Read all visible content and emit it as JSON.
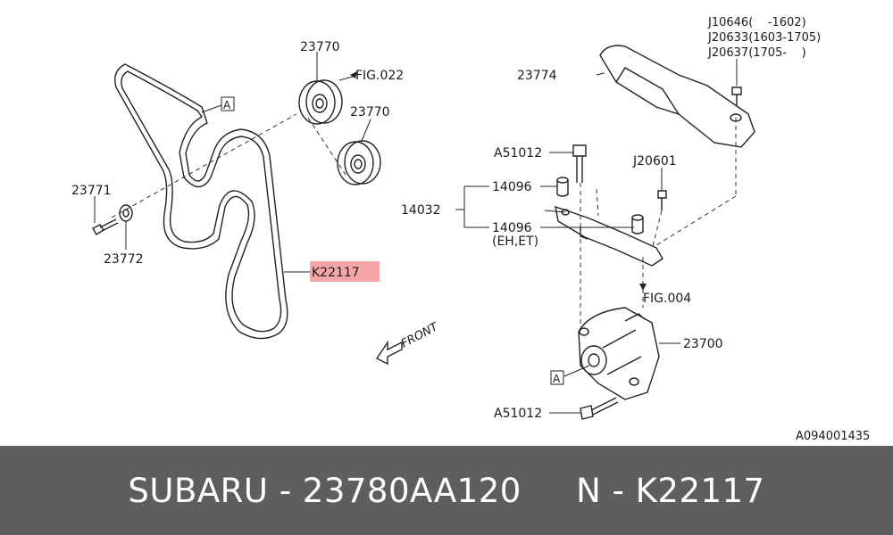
{
  "diagram": {
    "labels": {
      "l23770a": "23770",
      "fig022": "FIG.022",
      "l23770b": "23770",
      "l23771": "23771",
      "l23772": "23772",
      "callout_a": "A",
      "k22117": "K22117",
      "front": "FRONT",
      "j10646": "J10646(    -1602)",
      "j20633": "J20633(1603-1705)",
      "j20637": "J20637(1705-    )",
      "l23774": "23774",
      "a51012_top": "A51012",
      "j20601": "J20601",
      "l14096a": "14096",
      "l14032": "14032",
      "l14096b": "14096",
      "eh_et": "(EH,ET)",
      "fig004": "FIG.004",
      "l23700": "23700",
      "a51012_bottom": "A51012",
      "doc_code": "A094001435"
    }
  },
  "colors": {
    "highlight": "#f4a6a6",
    "footer_bg": "#5e5e5e",
    "footer_text": "#ffffff"
  },
  "footer": {
    "text": "SUBARU - 23780AA120     N - K22117"
  }
}
